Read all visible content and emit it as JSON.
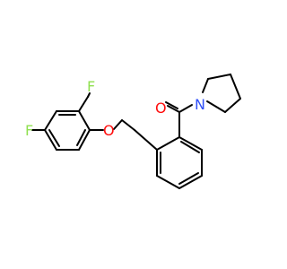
{
  "molecule": {
    "atoms": {
      "o_carbonyl": {
        "symbol": "O",
        "color": "#FF0D0D"
      },
      "o_ether": {
        "symbol": "O",
        "color": "#FF0D0D"
      },
      "n_amide": {
        "symbol": "N",
        "color": "#3050F8"
      },
      "f_left": {
        "symbol": "F",
        "color": "#90E050"
      },
      "f_top": {
        "symbol": "F",
        "color": "#90E050"
      }
    },
    "bond_color": "#000000",
    "background": "#FFFFFF"
  }
}
